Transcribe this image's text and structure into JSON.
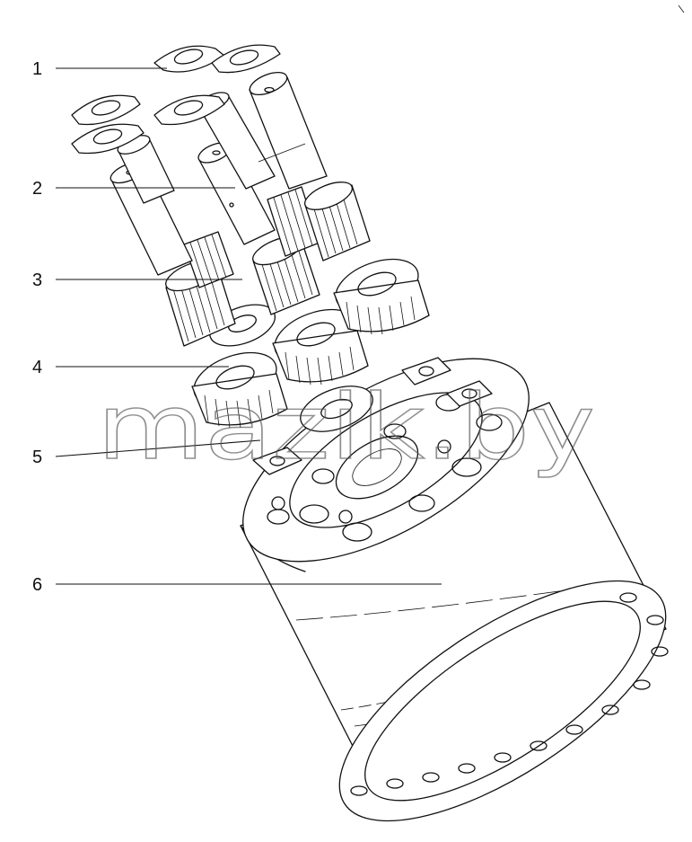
{
  "callouts": [
    "1",
    "2",
    "3",
    "4",
    "5",
    "6"
  ],
  "watermark": "mazik.by",
  "icons": {
    "corner_mark": "pencil-mark-icon"
  }
}
